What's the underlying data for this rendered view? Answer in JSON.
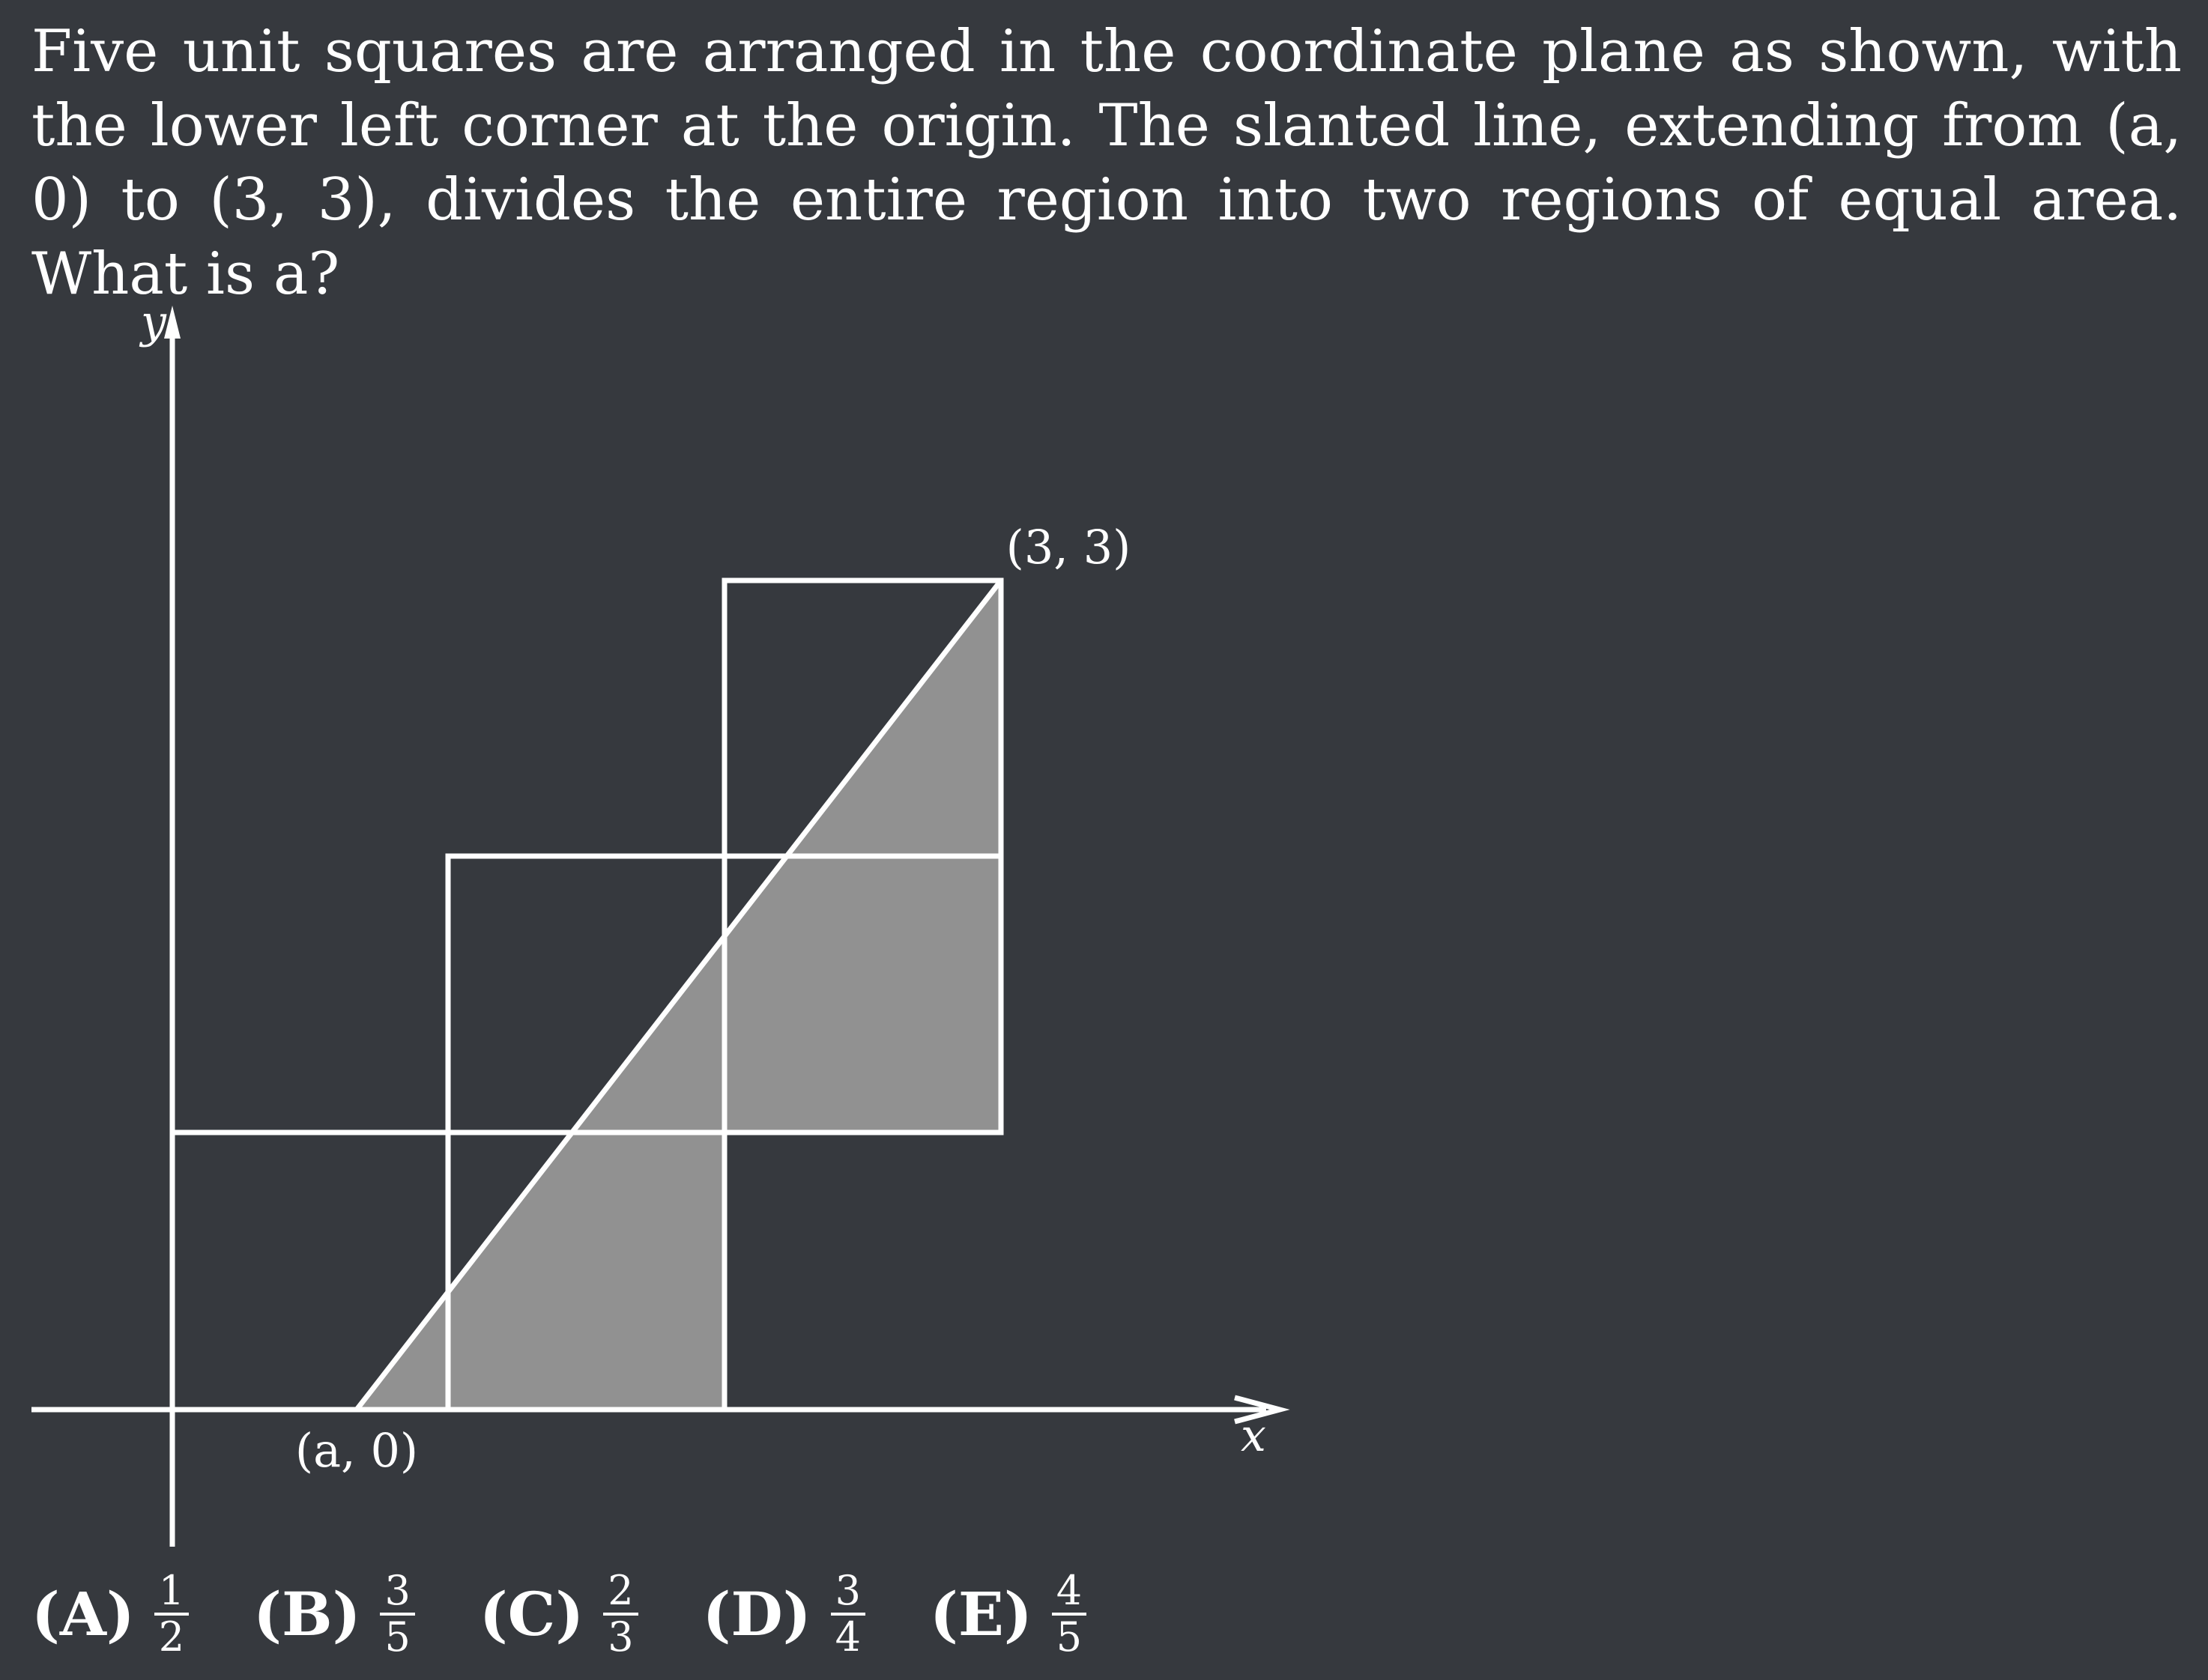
{
  "problem": {
    "text": "Five unit squares are arranged in the coordinate plane as shown, with the lower left corner at the origin. The slanted line, extending from (a, 0) to (3, 3), divides the entire region into two regions of equal area. What is a?"
  },
  "figure": {
    "axis_x_label": "x",
    "axis_y_label": "y",
    "point_a_label": "(a, 0)",
    "point_33_label": "(3, 3)",
    "colors": {
      "background": "#36393e",
      "lines": "#ffffff",
      "shaded": "#919191"
    }
  },
  "choices": [
    {
      "letter": "(A)",
      "num": "1",
      "den": "2"
    },
    {
      "letter": "(B)",
      "num": "3",
      "den": "5"
    },
    {
      "letter": "(C)",
      "num": "2",
      "den": "3"
    },
    {
      "letter": "(D)",
      "num": "3",
      "den": "4"
    },
    {
      "letter": "(E)",
      "num": "4",
      "den": "5"
    }
  ]
}
